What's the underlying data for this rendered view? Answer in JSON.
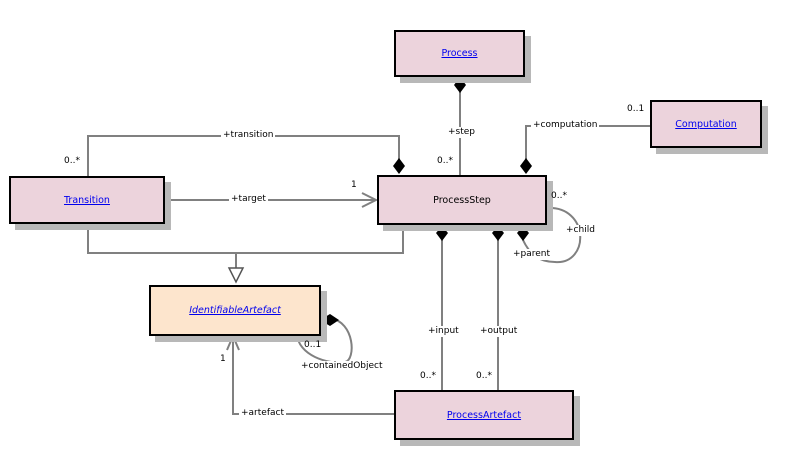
{
  "diagram": {
    "type": "uml-class-diagram",
    "classes": {
      "process": {
        "name": "Process"
      },
      "computation": {
        "name": "Computation"
      },
      "transition": {
        "name": "Transition"
      },
      "process_step": {
        "name": "ProcessStep"
      },
      "identifiable_artefact": {
        "name": "IdentifiableArtefact",
        "abstract": true
      },
      "process_artefact": {
        "name": "ProcessArtefact"
      }
    },
    "labels": {
      "transition_role": "+transition",
      "transition_mult": "0..*",
      "target_role": "+target",
      "target_mult": "1",
      "step_role": "+step",
      "step_mult": "0..*",
      "computation_role": "+computation",
      "computation_mult": "0..1",
      "child_mult": "0..*",
      "child_role": "+child",
      "parent_role": "+parent",
      "input_role": "+input",
      "input_mult": "0..*",
      "output_role": "+output",
      "output_mult": "0..*",
      "contained_mult": "0..1",
      "contained_role": "+containedObject",
      "artefact_role": "+artefact",
      "artefact_mult": "1"
    },
    "relationships": [
      {
        "from": "Process",
        "to": "ProcessStep",
        "kind": "composition",
        "role": "+step",
        "multiplicity": "0..*"
      },
      {
        "from": "ProcessStep",
        "to": "Computation",
        "kind": "composition",
        "role": "+computation",
        "multiplicity": "0..1"
      },
      {
        "from": "ProcessStep",
        "to": "Transition",
        "kind": "composition",
        "role": "+transition",
        "multiplicity": "0..*"
      },
      {
        "from": "Transition",
        "to": "ProcessStep",
        "kind": "directed-association",
        "role": "+target",
        "multiplicity": "1"
      },
      {
        "from": "ProcessStep",
        "to": "ProcessStep",
        "kind": "composition",
        "role": "+child",
        "multiplicity": "0..*",
        "opposite_role": "+parent"
      },
      {
        "from": "ProcessStep",
        "to": "ProcessArtefact",
        "kind": "composition",
        "role": "+input",
        "multiplicity": "0..*"
      },
      {
        "from": "ProcessStep",
        "to": "ProcessArtefact",
        "kind": "composition",
        "role": "+output",
        "multiplicity": "0..*"
      },
      {
        "from": "Transition",
        "to": "IdentifiableArtefact",
        "kind": "generalization"
      },
      {
        "from": "ProcessStep",
        "to": "IdentifiableArtefact",
        "kind": "generalization"
      },
      {
        "from": "IdentifiableArtefact",
        "to": "IdentifiableArtefact",
        "kind": "composition",
        "role": "+containedObject",
        "multiplicity": "0..1"
      },
      {
        "from": "ProcessArtefact",
        "to": "IdentifiableArtefact",
        "kind": "directed-association",
        "role": "+artefact",
        "multiplicity": "1"
      }
    ]
  }
}
